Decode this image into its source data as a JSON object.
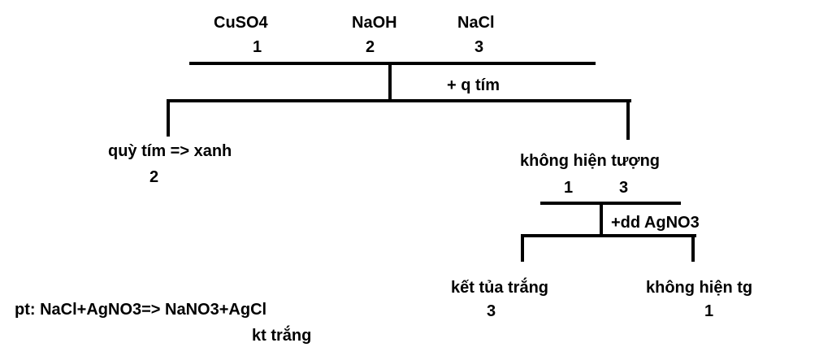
{
  "reagents": [
    {
      "name": "CuSO4",
      "num": "1"
    },
    {
      "name": "NaOH",
      "num": "2"
    },
    {
      "name": "NaCl",
      "num": "3"
    }
  ],
  "step1": {
    "reagent": "+  q tím",
    "left": {
      "result": "quỳ tím => xanh",
      "num": "2"
    },
    "right": {
      "result": "không hiện tượng",
      "nums": [
        "1",
        "3"
      ]
    }
  },
  "step2": {
    "reagent": "+dd AgNO3",
    "left": {
      "result": "kết tủa trắng",
      "num": "3"
    },
    "right": {
      "result": "không hiện tg",
      "num": "1"
    }
  },
  "equation": {
    "text": "pt: NaCl+AgNO3=> NaNO3+AgCl",
    "note": "kt trắng"
  }
}
